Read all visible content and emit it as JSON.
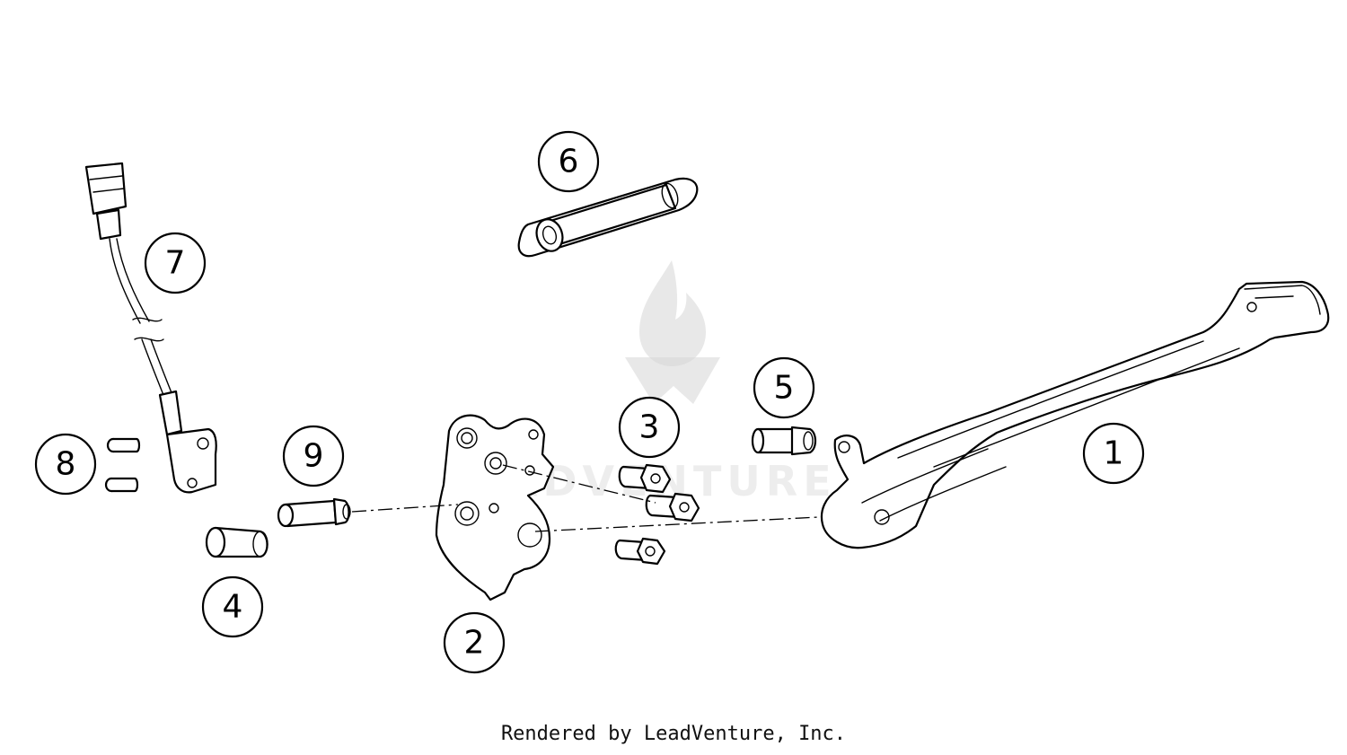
{
  "diagram": {
    "callouts": [
      {
        "id": "callout-1",
        "label": "1"
      },
      {
        "id": "callout-2",
        "label": "2"
      },
      {
        "id": "callout-3",
        "label": "3"
      },
      {
        "id": "callout-4",
        "label": "4"
      },
      {
        "id": "callout-5",
        "label": "5"
      },
      {
        "id": "callout-6",
        "label": "6"
      },
      {
        "id": "callout-7",
        "label": "7"
      },
      {
        "id": "callout-8",
        "label": "8"
      },
      {
        "id": "callout-9",
        "label": "9"
      }
    ],
    "watermark_text": "LEADVENTURE",
    "colors": {
      "line": "#000000",
      "background": "#ffffff",
      "watermark": "#d6d6d6"
    }
  },
  "footer": {
    "credit": "Rendered by LeadVenture, Inc."
  }
}
